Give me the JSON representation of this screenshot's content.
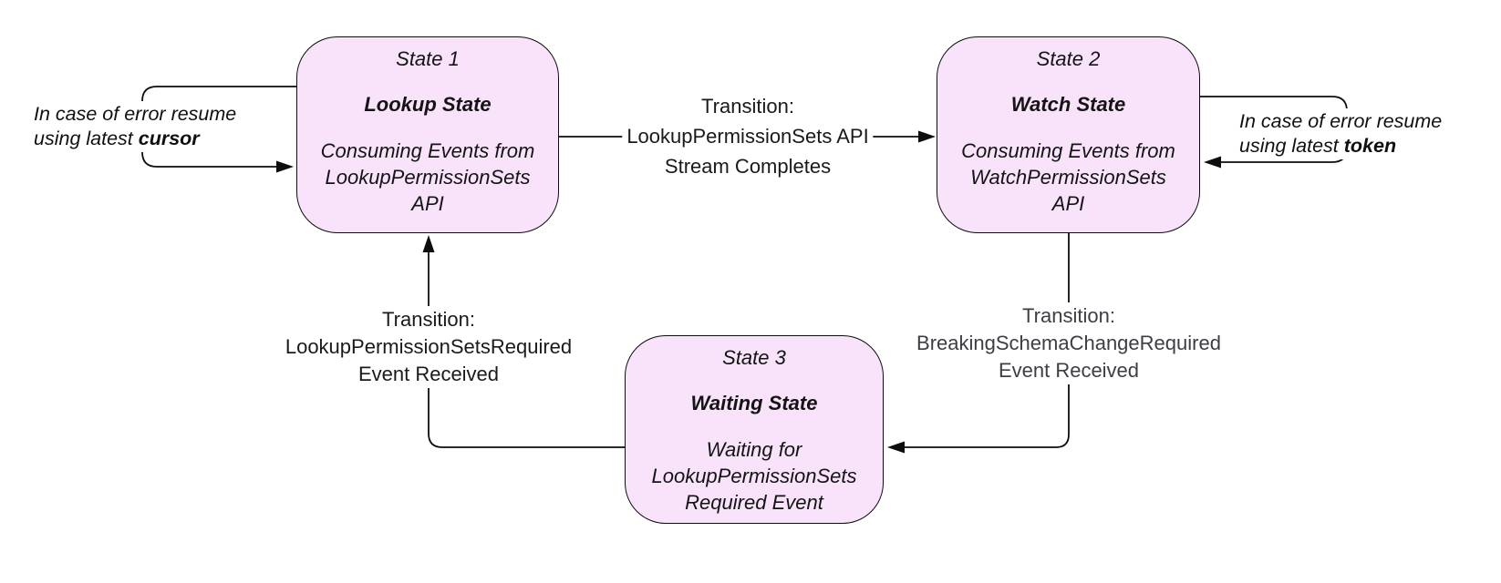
{
  "diagram": {
    "states": [
      {
        "label": "State 1",
        "name": "Lookup State",
        "description": "Consuming Events from LookupPermissionSets API"
      },
      {
        "label": "State 2",
        "name": "Watch State",
        "description": "Consuming Events from WatchPermissionSets API"
      },
      {
        "label": "State 3",
        "name": "Waiting State",
        "description": "Waiting for LookupPermissionSets Required Event"
      }
    ],
    "transitions": [
      {
        "title": "Transition:",
        "line2": "LookupPermissionSets API",
        "line3": "Stream Completes"
      },
      {
        "title": "Transition:",
        "line2": "BreakingSchemaChangeRequired",
        "line3": "Event Received"
      },
      {
        "title": "Transition:",
        "line2": "LookupPermissionSetsRequired",
        "line3": "Event Received"
      }
    ],
    "annotations": [
      {
        "line1": "In case of error resume",
        "line2_prefix": "using latest ",
        "line2_bold": "cursor"
      },
      {
        "line1": "In case of error resume",
        "line2_prefix": "using latest ",
        "line2_bold": "token"
      }
    ],
    "colors": {
      "state_fill": "#f8e3fb",
      "state_border": "#0d0d0d",
      "connector": "#0d0d0d",
      "label_text": "#1a1a1e",
      "muted_label_text": "#3d3d44",
      "background": "#ffffff"
    }
  }
}
